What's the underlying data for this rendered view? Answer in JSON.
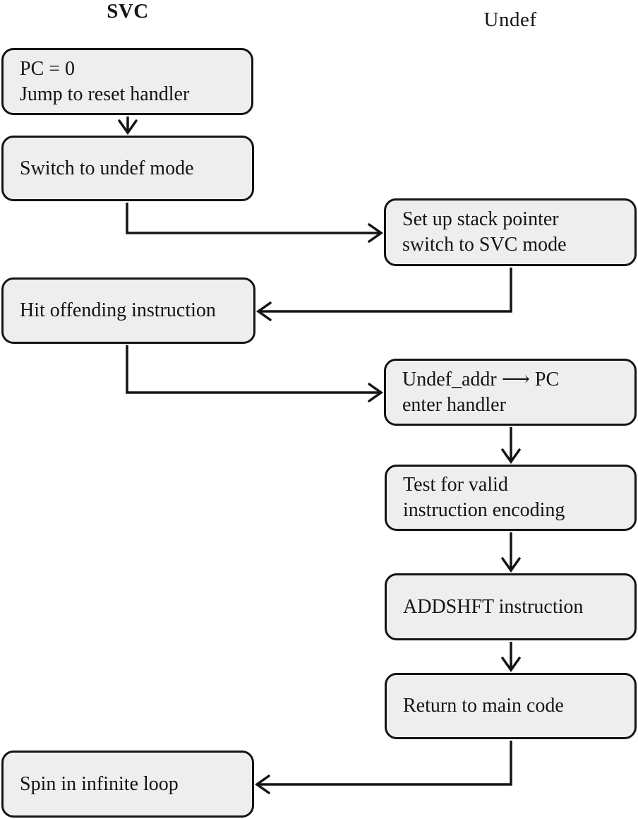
{
  "headers": {
    "left": "SVC",
    "right": "Undef"
  },
  "nodes": {
    "reset": {
      "column": "svc",
      "lines": [
        "PC = 0",
        "Jump to reset handler"
      ]
    },
    "switch_undef": {
      "column": "svc",
      "lines": [
        "Switch to undef mode"
      ]
    },
    "hit_offending": {
      "column": "svc",
      "lines": [
        "Hit offending instruction"
      ]
    },
    "spin_loop": {
      "column": "svc",
      "lines": [
        "Spin in infinite loop"
      ]
    },
    "setup_sp": {
      "column": "undef",
      "lines": [
        "Set up stack pointer",
        "switch to SVC mode"
      ]
    },
    "undef_addr": {
      "column": "undef",
      "lines": [
        "Undef_addr ⟶ PC",
        "enter handler"
      ]
    },
    "test_valid": {
      "column": "undef",
      "lines": [
        "Test for valid",
        "instruction encoding"
      ]
    },
    "addshft": {
      "column": "undef",
      "lines": [
        "ADDSHFT instruction"
      ]
    },
    "return_main": {
      "column": "undef",
      "lines": [
        "Return to main code"
      ]
    }
  },
  "edges": [
    {
      "from": "reset",
      "to": "switch_undef",
      "style": "straight-down"
    },
    {
      "from": "switch_undef",
      "to": "setup_sp",
      "style": "elbow-right"
    },
    {
      "from": "setup_sp",
      "to": "hit_offending",
      "style": "elbow-left"
    },
    {
      "from": "hit_offending",
      "to": "undef_addr",
      "style": "elbow-right"
    },
    {
      "from": "undef_addr",
      "to": "test_valid",
      "style": "straight-down"
    },
    {
      "from": "test_valid",
      "to": "addshft",
      "style": "straight-down"
    },
    {
      "from": "addshft",
      "to": "return_main",
      "style": "straight-down"
    },
    {
      "from": "return_main",
      "to": "spin_loop",
      "style": "elbow-left"
    }
  ],
  "colors": {
    "node_fill": "#eeeeee",
    "node_border": "#141414",
    "edge": "#141414",
    "text": "#141414",
    "background": "#ffffff"
  }
}
